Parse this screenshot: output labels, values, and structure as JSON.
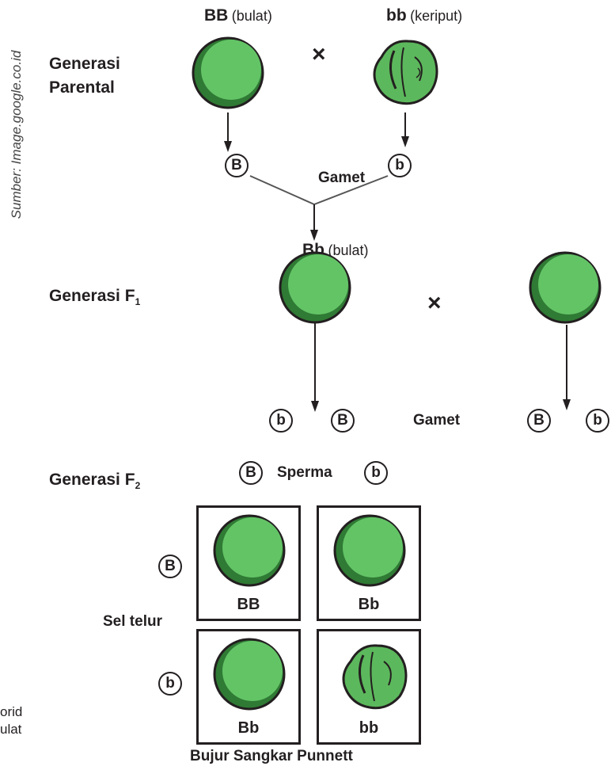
{
  "source": "Sumber: Image.google.co.id",
  "parental": {
    "label_line1": "Generasi",
    "label_line2": "Parental",
    "left_genotype": "BB",
    "left_phenotype": "(bulat)",
    "right_genotype": "bb",
    "right_phenotype": "(keriput)",
    "cross": "×",
    "gamete_left": "B",
    "gamete_right": "b",
    "gamete_label": "Gamet"
  },
  "f1": {
    "label": "Generasi F",
    "subscript": "1",
    "genotype": "Bb",
    "phenotype": "(bulat)",
    "cross": "×",
    "gamete_label": "Gamet",
    "gametes_left": [
      "b",
      "B"
    ],
    "gametes_right": [
      "B",
      "b"
    ]
  },
  "f2": {
    "label": "Generasi F",
    "subscript": "2",
    "sperm_label": "Sperma",
    "sperm": [
      "B",
      "b"
    ],
    "egg_label": "Sel telur",
    "egg": [
      "B",
      "b"
    ],
    "punnett": [
      [
        "BB",
        "Bb"
      ],
      [
        "Bb",
        "bb"
      ]
    ],
    "title": "Bujur Sangkar Punnett"
  },
  "cut_text": {
    "line1": "orid",
    "line2": "ulat"
  },
  "colors": {
    "pea_green": "#5cb85c",
    "pea_dark": "#2f7a34",
    "ink": "#231f20"
  }
}
